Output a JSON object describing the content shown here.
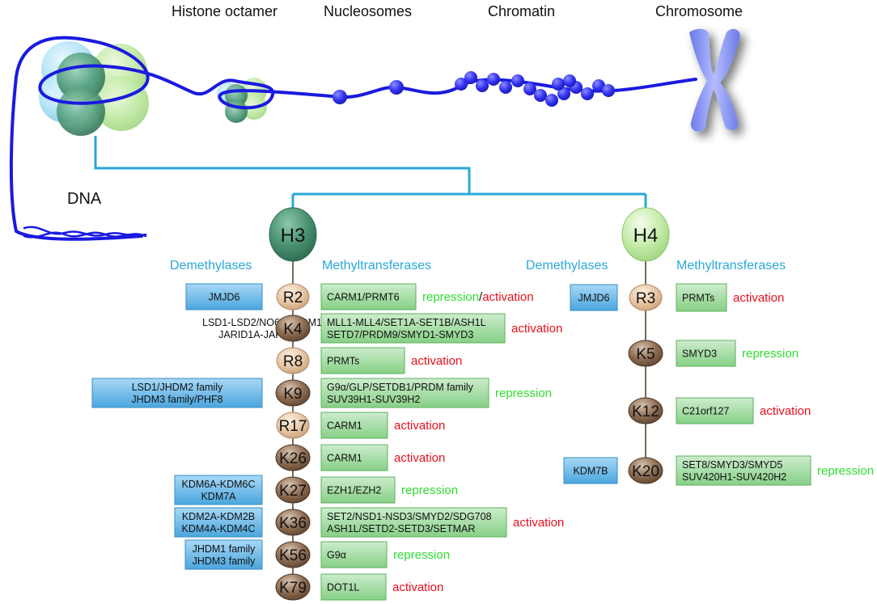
{
  "stages": {
    "histone_octamer": "Histone octamer",
    "nucleosomes": "Nucleosomes",
    "chromatin": "Chromatin",
    "chromosome": "Chromosome"
  },
  "dna_label": "DNA",
  "colors": {
    "connector": "#2aa8d8",
    "dna_strand": "#1a1ae0",
    "demethylase_box": "#5ab4e6",
    "methyltransferase_box": "#8fd88f",
    "activation": "#e8101e",
    "repression": "#2fdc2f",
    "h3_node": "#3e8a66",
    "h4_node": "#b8e69a",
    "arginine_node": "#e8c8a8",
    "lysine_node": "#8a6a50"
  },
  "h3": {
    "label": "H3",
    "demethylases_header": "Demethylases",
    "methyltransferases_header": "Methyltransferases",
    "residues": [
      {
        "site": "R2",
        "kind": "arginine",
        "demethylase": [
          "JMJD6"
        ],
        "methyltransferase": [
          "CARM1/PRMT6"
        ],
        "effect": [
          {
            "text": "repression",
            "type": "repression"
          },
          {
            "text": "/",
            "type": "separator"
          },
          {
            "text": "activation",
            "type": "activation"
          }
        ]
      },
      {
        "site": "K4",
        "kind": "lysine",
        "demethylase": [
          "LSD1-LSD2/NO66/JHDM1",
          "JARID1A-JARID1D"
        ],
        "methyltransferase": [
          "MLL1-MLL4/SET1A-SET1B/ASH1L",
          "SETD7/PRDM9/SMYD1-SMYD3"
        ],
        "effect": [
          {
            "text": "activation",
            "type": "activation"
          }
        ]
      },
      {
        "site": "R8",
        "kind": "arginine",
        "demethylase": [],
        "methyltransferase": [
          "PRMTs"
        ],
        "effect": [
          {
            "text": "activation",
            "type": "activation"
          }
        ]
      },
      {
        "site": "K9",
        "kind": "lysine",
        "demethylase": [
          "LSD1/JHDM2 family",
          "JHDM3 family/PHF8"
        ],
        "methyltransferase": [
          "G9α/GLP/SETDB1/PRDM family",
          "SUV39H1-SUV39H2"
        ],
        "effect": [
          {
            "text": "repression",
            "type": "repression"
          }
        ]
      },
      {
        "site": "R17",
        "kind": "arginine",
        "demethylase": [],
        "methyltransferase": [
          "CARM1"
        ],
        "effect": [
          {
            "text": "activation",
            "type": "activation"
          }
        ]
      },
      {
        "site": "K26",
        "kind": "lysine",
        "demethylase": [],
        "methyltransferase": [
          "CARM1"
        ],
        "effect": [
          {
            "text": "activation",
            "type": "activation"
          }
        ]
      },
      {
        "site": "K27",
        "kind": "lysine",
        "demethylase": [
          "KDM6A-KDM6C",
          "KDM7A"
        ],
        "methyltransferase": [
          "EZH1/EZH2"
        ],
        "effect": [
          {
            "text": "repression",
            "type": "repression"
          }
        ]
      },
      {
        "site": "K36",
        "kind": "lysine",
        "demethylase": [
          "KDM2A-KDM2B",
          "KDM4A-KDM4C"
        ],
        "methyltransferase": [
          "SET2/NSD1-NSD3/SMYD2/SDG708",
          "ASH1L/SETD2-SETD3/SETMAR"
        ],
        "effect": [
          {
            "text": "activation",
            "type": "activation"
          }
        ]
      },
      {
        "site": "K56",
        "kind": "lysine",
        "demethylase": [
          "JHDM1 family",
          "JHDM3 family"
        ],
        "methyltransferase": [
          "G9α"
        ],
        "effect": [
          {
            "text": "repression",
            "type": "repression"
          }
        ]
      },
      {
        "site": "K79",
        "kind": "lysine",
        "demethylase": [],
        "methyltransferase": [
          "DOT1L"
        ],
        "effect": [
          {
            "text": "activation",
            "type": "activation"
          }
        ]
      }
    ]
  },
  "h4": {
    "label": "H4",
    "demethylases_header": "Demethylases",
    "methyltransferases_header": "Methyltransferases",
    "residues": [
      {
        "site": "R3",
        "kind": "arginine",
        "demethylase": [
          "JMJD6"
        ],
        "methyltransferase": [
          "PRMTs"
        ],
        "effect": [
          {
            "text": "activation",
            "type": "activation"
          }
        ]
      },
      {
        "site": "K5",
        "kind": "lysine",
        "demethylase": [],
        "methyltransferase": [
          "SMYD3"
        ],
        "effect": [
          {
            "text": "repression",
            "type": "repression"
          }
        ]
      },
      {
        "site": "K12",
        "kind": "lysine",
        "demethylase": [],
        "methyltransferase": [
          "C21orf127"
        ],
        "effect": [
          {
            "text": "activation",
            "type": "activation"
          }
        ]
      },
      {
        "site": "K20",
        "kind": "lysine",
        "demethylase": [
          "KDM7B"
        ],
        "methyltransferase": [
          "SET8/SMYD3/SMYD5",
          "SUV420H1-SUV420H2"
        ],
        "effect": [
          {
            "text": "repression",
            "type": "repression"
          }
        ]
      }
    ]
  }
}
